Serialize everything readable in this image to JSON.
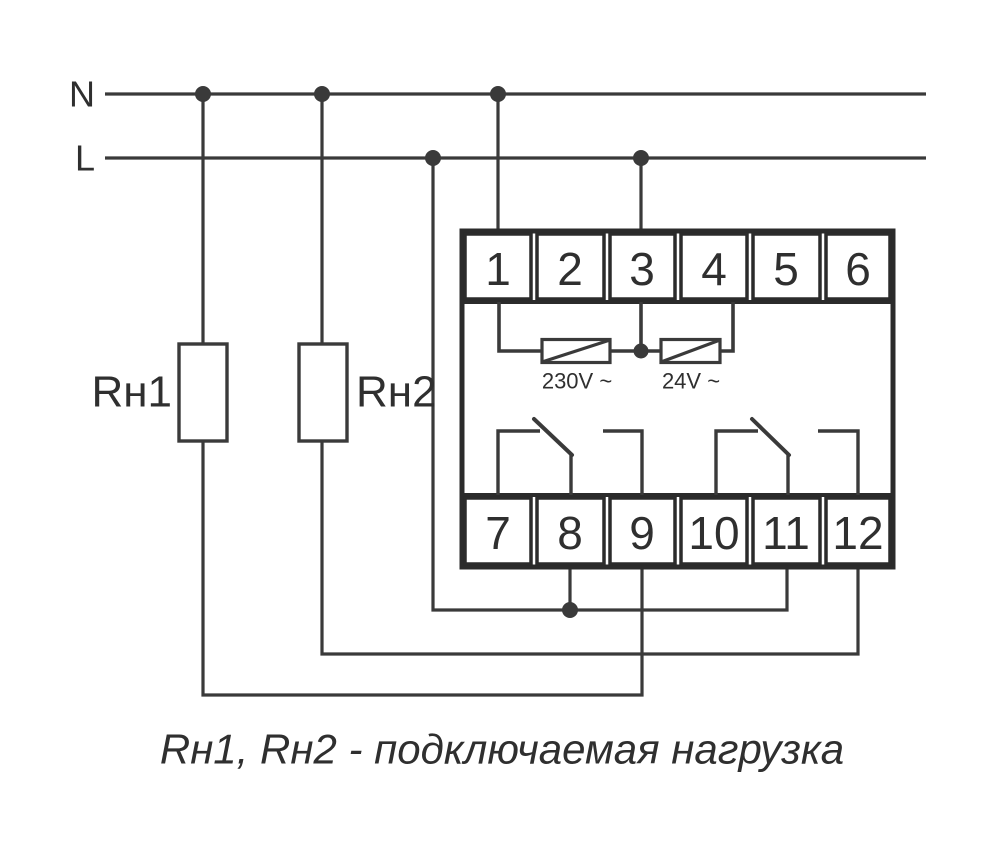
{
  "diagram": {
    "bus": {
      "n_label": "N",
      "l_label": "L"
    },
    "loads": {
      "load1_label": "Rн1",
      "load2_label": "Rн2"
    },
    "device": {
      "top_terminals": [
        "1",
        "2",
        "3",
        "4",
        "5",
        "6"
      ],
      "bottom_terminals": [
        "7",
        "8",
        "9",
        "10",
        "11",
        "12"
      ],
      "coil_230_label": "230V ~",
      "coil_24_label": "24V ~"
    },
    "caption": "Rн1, Rн2 - подключаемая нагрузка",
    "colors": {
      "wire": "#3a3a3a",
      "device": "#2b2b2b",
      "text": "#2f2f2f",
      "background": "#ffffff"
    }
  }
}
